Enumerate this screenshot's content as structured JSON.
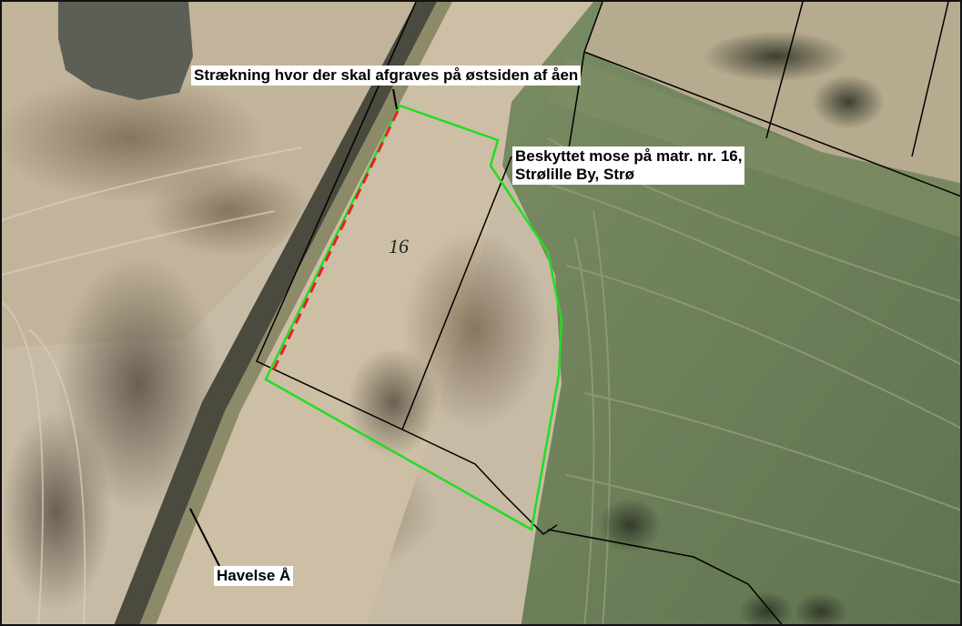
{
  "map": {
    "annotations": {
      "excavation_stretch": "Strækning hvor der skal afgraves på østsiden af åen",
      "protected_bog": [
        "Beskyttet mose på matr. nr. 16,",
        "Strølille By, Strø"
      ],
      "river": "Havelse Å"
    },
    "parcel_number": "16",
    "colors": {
      "protected_area_outline": "#22dd22",
      "excavation_line": "#e8202a",
      "cadastral_lines": "#000000",
      "field_green": "#6f8358",
      "bare_field": "#c9bda8",
      "river_water": "#4a4a3e"
    }
  }
}
